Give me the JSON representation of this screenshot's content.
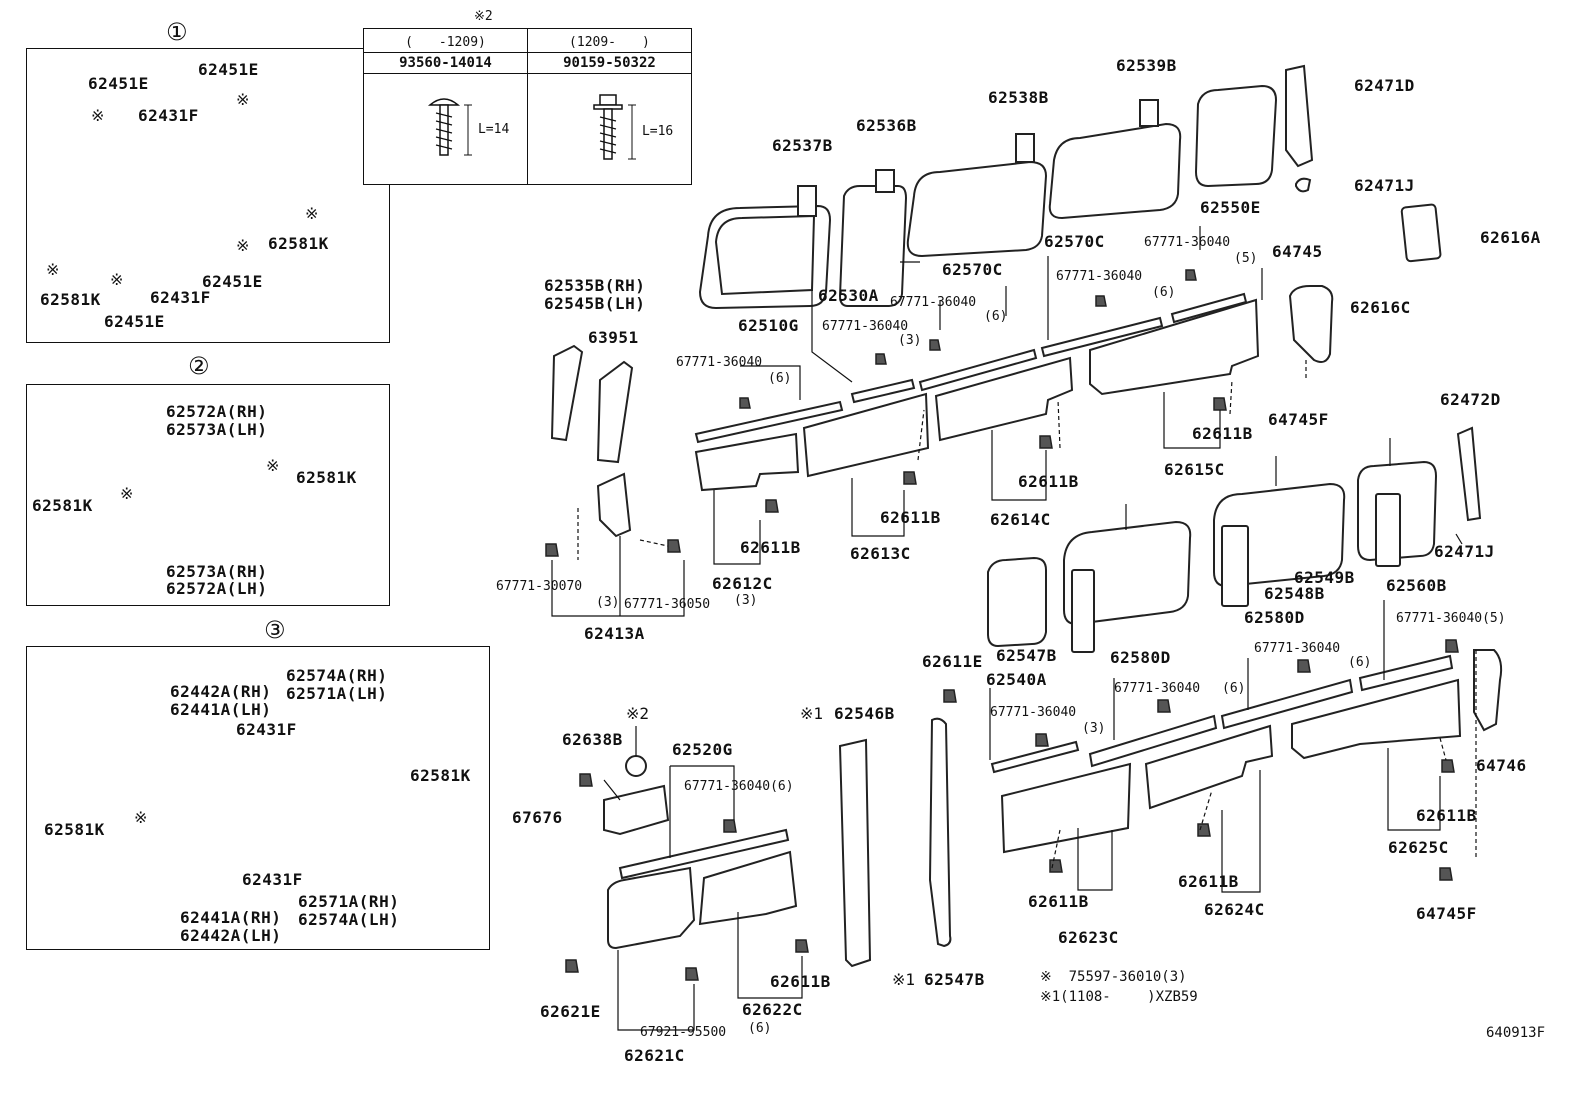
{
  "diagram_code": "640913F",
  "circle_marks": [
    "①",
    "②",
    "③"
  ],
  "spec_table": {
    "marker": "※2",
    "ranges": [
      "(　　-1209)",
      "(1209-　　)"
    ],
    "part_numbers": [
      "93560-14014",
      "90159-50322"
    ],
    "lengths": [
      "L=14",
      "L=16"
    ]
  },
  "legend": {
    "line1": "※  75597-36010(3)",
    "line2": "※1(1108-　　 )XZB59"
  },
  "box1": {
    "labels": [
      "62451E",
      "62451E",
      "62431F",
      "62581K",
      "62451E",
      "62581K",
      "62431F",
      "62451E"
    ]
  },
  "box2": {
    "labels": [
      "62572A(RH)",
      "62573A(LH)",
      "62581K",
      "62581K",
      "62573A(RH)",
      "62572A(LH)"
    ]
  },
  "box3": {
    "labels": [
      "62574A(RH)",
      "62571A(LH)",
      "62442A(RH)",
      "62441A(LH)",
      "62431F",
      "62581K",
      "62581K",
      "62431F",
      "62571A(RH)",
      "62574A(LH)",
      "62441A(RH)",
      "62442A(LH)"
    ]
  },
  "main_labels": [
    "62539B",
    "62538B",
    "62536B",
    "62537B",
    "62471D",
    "62471J",
    "62550E",
    "62616A",
    "62616C",
    "62570C",
    "62570C",
    "62530A",
    "62510G",
    "64745",
    "64745F",
    "62535B(RH)",
    "62545B(LH)",
    "63951",
    "62611B",
    "62611B",
    "62611B",
    "62611B",
    "62615C",
    "62614C",
    "62613C",
    "62612C",
    "62413A",
    "62472D",
    "62471J",
    "62549B",
    "62548B",
    "62560B",
    "62580D",
    "62580D",
    "62547B",
    "62611E",
    "62540A",
    "64746",
    "62611B",
    "62625C",
    "62624C",
    "62623C",
    "62611B",
    "62611B",
    "64745F",
    "62546B",
    "62547B",
    "62638B",
    "62520G",
    "67676",
    "62611B",
    "62622C",
    "62621E",
    "62621C"
  ],
  "clip_labels": [
    "67771-36040",
    "(5)",
    "67771-36040",
    "(6)",
    "67771-36040",
    "(6)",
    "67771-36040",
    "(3)",
    "67771-36040",
    "(6)",
    "67771-30070",
    "(3)",
    "67771-36050",
    "(3)",
    "67771-36040(5)",
    "67771-36040",
    "(6)",
    "67771-36040",
    "(6)",
    "67771-36040",
    "(3)",
    "67771-36040(6)",
    "67921-95500",
    "(6)"
  ],
  "markers": [
    "※",
    "※",
    "※",
    "※",
    "※",
    "※",
    "※",
    "※",
    "※",
    "※2",
    "※1",
    "※1"
  ]
}
